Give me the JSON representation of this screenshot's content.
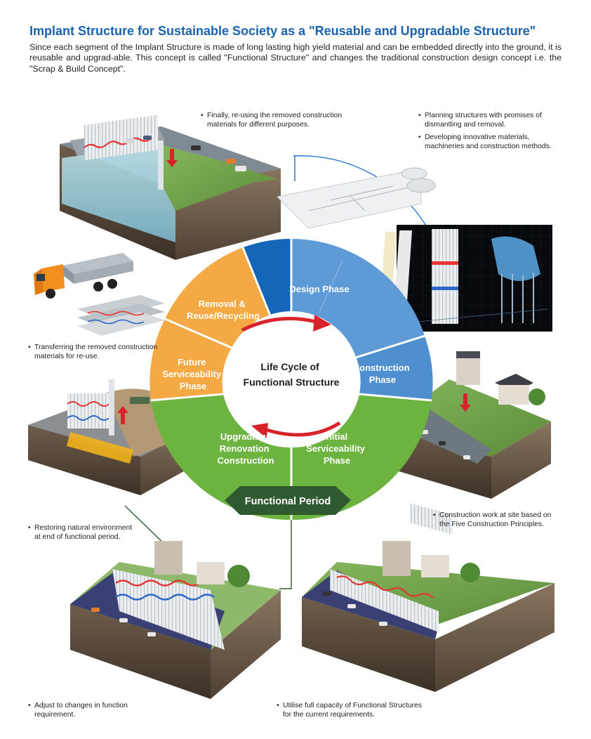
{
  "header": {
    "title": "Implant Structure for Sustainable Society as a \"Reusable and Upgradable Structure\"",
    "intro": "Since each segment of the Implant Structure is made of long lasting high yield material and can be embedded directly into the ground, it is reusable and upgrad-able. This concept is called \"Functional Structure\" and changes the traditional construction design concept i.e. the \"Scrap & Build Concept\"."
  },
  "cycle": {
    "center_line1": "Life Cycle of",
    "center_line2": "Functional Structure",
    "period_label": "Functional Period",
    "phases": {
      "design": "Design Phase",
      "construction": [
        "Construction",
        "Phase"
      ],
      "initial": [
        "Initial",
        "Serviceability",
        "Phase"
      ],
      "upgrading": [
        "Upgrading/",
        "Renovation",
        "Construction"
      ],
      "future": [
        "Future",
        "Serviceability",
        "Phase"
      ],
      "removal": [
        "Removal &",
        "Reuse/Recycling"
      ]
    },
    "colors": {
      "design": "#5e9ad5",
      "design_dark": "#1565b8",
      "construction": "#4f8fd0",
      "green": "#6db33f",
      "orange": "#f5a945",
      "period": "#2f5a30",
      "arrow": "#d9232a"
    }
  },
  "notes": {
    "reuse": [
      "Finally, re-using the removed construction",
      "materials for different purposes."
    ],
    "planning1": [
      "Planning structures with promises of",
      "dismantling and removal."
    ],
    "planning2": [
      "Developing innovative materials,",
      "machineries and construction methods."
    ],
    "transfer": [
      "Transferring the removed construction",
      "materials for re-use."
    ],
    "restore": [
      "Restoring natural environment",
      "at end of functional period."
    ],
    "construction_work": [
      "Construction work at site based on",
      "the Five Construction Principles."
    ],
    "adjust": [
      "Adjust to changes in function",
      "requirement."
    ],
    "utilise": [
      "Utilise full capacity of Functional Structures",
      "for the current requirements."
    ]
  }
}
